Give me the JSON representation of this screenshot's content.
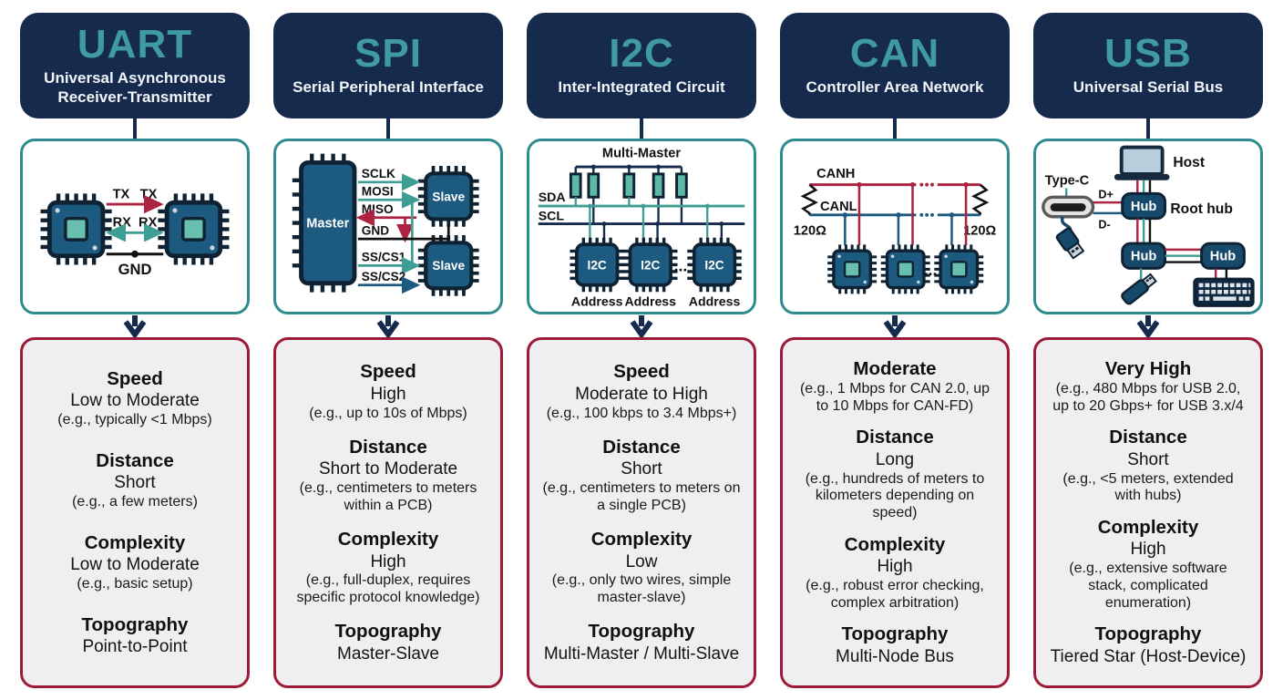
{
  "palette": {
    "header_bg": "#152a4c",
    "title_teal": "#3f9aa2",
    "diagram_border_teal": "#2e8b8e",
    "info_border_crimson": "#9e1b38",
    "info_bg": "#efeef0",
    "wire_red": "#ad2342",
    "wire_teal": "#3f9e93",
    "wire_navy": "#1d5a80",
    "chip_body": "#1d5a80",
    "chip_core_teal": "#68bfae"
  },
  "columns": [
    {
      "id": "uart",
      "header": {
        "title": "UART",
        "subtitle": "Universal Asynchronous Receiver-Transmitter"
      },
      "diagram": {
        "labels": {
          "tx": "TX",
          "rx": "RX",
          "gnd": "GND"
        }
      },
      "specs": [
        {
          "label": "Speed",
          "value": "Low to Moderate",
          "example": "(e.g., typically <1 Mbps)"
        },
        {
          "label": "Distance",
          "value": "Short",
          "example": "(e.g., a few meters)"
        },
        {
          "label": "Complexity",
          "value": "Low to Moderate",
          "example": "(e.g., basic setup)"
        },
        {
          "label": "Topography",
          "value": "Point-to-Point",
          "example": ""
        }
      ]
    },
    {
      "id": "spi",
      "header": {
        "title": "SPI",
        "subtitle": "Serial Peripheral Interface"
      },
      "diagram": {
        "labels": {
          "master": "Master",
          "slave": "Slave",
          "sclk": "SCLK",
          "mosi": "MOSI",
          "miso": "MISO",
          "gnd": "GND",
          "ss_cs1": "SS/CS1",
          "ss_cs2": "SS/CS2"
        }
      },
      "specs": [
        {
          "label": "Speed",
          "value": "High",
          "example": "(e.g., up to 10s of Mbps)"
        },
        {
          "label": "Distance",
          "value": "Short to Moderate",
          "example": "(e.g., centimeters to meters within a PCB)"
        },
        {
          "label": "Complexity",
          "value": "High",
          "example": "(e.g., full-duplex, requires specific protocol knowledge)"
        },
        {
          "label": "Topography",
          "value": "Master-Slave",
          "example": ""
        }
      ]
    },
    {
      "id": "i2c",
      "header": {
        "title": "I2C",
        "subtitle": "Inter-Integrated Circuit"
      },
      "diagram": {
        "labels": {
          "title": "Multi-Master",
          "sda": "SDA",
          "scl": "SCL",
          "chip": "I2C",
          "address": "Address",
          "dots": "..."
        }
      },
      "specs": [
        {
          "label": "Speed",
          "value": "Moderate to High",
          "example": "(e.g., 100 kbps to 3.4 Mbps+)"
        },
        {
          "label": "Distance",
          "value": "Short",
          "example": "(e.g., centimeters to meters on a single PCB)"
        },
        {
          "label": "Complexity",
          "value": "Low",
          "example": "(e.g., only two wires, simple master-slave)"
        },
        {
          "label": "Topography",
          "value": "Multi-Master / Multi-Slave",
          "example": ""
        }
      ]
    },
    {
      "id": "can",
      "header": {
        "title": "CAN",
        "subtitle": "Controller Area Network"
      },
      "diagram": {
        "labels": {
          "canh": "CANH",
          "canl": "CANL",
          "term": "120Ω",
          "dots": "..."
        }
      },
      "specs": [
        {
          "label": "Moderate",
          "value": "",
          "example": "(e.g., 1 Mbps for CAN 2.0, up to 10 Mbps for CAN-FD)"
        },
        {
          "label": "Distance",
          "value": "Long",
          "example": "(e.g., hundreds of meters to kilometers depending on speed)"
        },
        {
          "label": "Complexity",
          "value": "High",
          "example": "(e.g., robust error checking, complex arbitration)"
        },
        {
          "label": "Topography",
          "value": "Multi-Node Bus",
          "example": ""
        }
      ]
    },
    {
      "id": "usb",
      "header": {
        "title": "USB",
        "subtitle": "Universal Serial Bus"
      },
      "diagram": {
        "labels": {
          "type_c": "Type-C",
          "host": "Host",
          "hub": "Hub",
          "root_hub": "Root hub",
          "d_plus": "D+",
          "d_minus": "D-"
        }
      },
      "specs": [
        {
          "label": "Very High",
          "value": "",
          "example": "(e.g., 480 Mbps for USB 2.0, up to 20 Gbps+ for USB 3.x/4"
        },
        {
          "label": "Distance",
          "value": "Short",
          "example": "(e.g., <5 meters, extended with hubs)"
        },
        {
          "label": "Complexity",
          "value": "High",
          "example": "(e.g., extensive software stack, complicated enumeration)"
        },
        {
          "label": "Topography",
          "value": "Tiered Star (Host-Device)",
          "example": ""
        }
      ]
    }
  ]
}
